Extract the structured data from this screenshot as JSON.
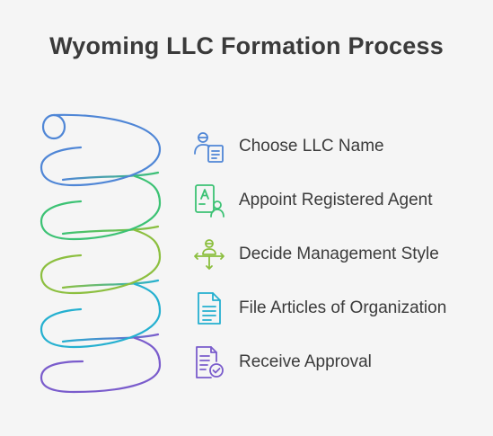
{
  "title": "Wyoming LLC Formation Process",
  "colors": {
    "background": "#f5f5f5",
    "title": "#3a3a3a",
    "text": "#3b3b3b",
    "step_blue": "#4f86d6",
    "step_green": "#3cc274",
    "step_lime": "#8cbf3f",
    "step_teal": "#25b0d0",
    "step_purple": "#7a5ccc"
  },
  "steps": [
    {
      "label": "Choose LLC Name",
      "icon": "user-document-icon",
      "color": "#4f86d6"
    },
    {
      "label": "Appoint Registered Agent",
      "icon": "agent-id-card-icon",
      "color": "#3cc274"
    },
    {
      "label": "Decide Management Style",
      "icon": "management-arrows-icon",
      "color": "#8cbf3f"
    },
    {
      "label": "File Articles of Organization",
      "icon": "document-icon",
      "color": "#25b0d0"
    },
    {
      "label": "Receive Approval",
      "icon": "approved-document-icon",
      "color": "#7a5ccc"
    }
  ]
}
